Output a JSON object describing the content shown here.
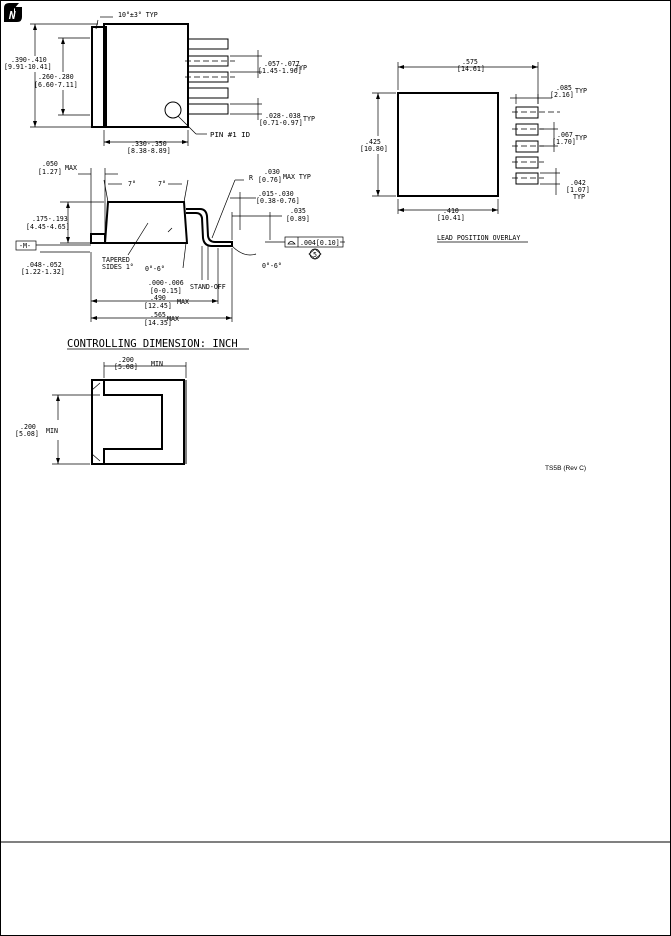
{
  "logo": {
    "glyph": "N"
  },
  "top_view": {
    "lead_angle": "10°±3° TYP",
    "height_in": ".390-.410",
    "height_mm": "[9.91-10.41]",
    "tab_in": ".260-.280",
    "tab_mm": "[6.60-7.11]",
    "pitch_in": ".057-.077",
    "pitch_mm": "[1.45-1.96]",
    "pitch_typ": "TYP",
    "lead_w_in": ".028-.038",
    "lead_w_mm": "[0.71-0.97]",
    "lead_w_typ": "TYP",
    "pin1": "PIN #1 ID",
    "body_w_in": ".330-.350",
    "body_w_mm": "[8.38-8.89]"
  },
  "side_view": {
    "top_in": ".050",
    "top_mm": "[1.27]",
    "top_max": "MAX",
    "angle_left": "7°",
    "angle_right": "7°",
    "radius_prefix": "R",
    "radius_in": ".030",
    "radius_mm": "[0.76]",
    "radius_suffix": "MAX TYP",
    "foot_in": ".015-.030",
    "foot_mm": "[0.38-0.76]",
    "lead_in": ".035",
    "lead_mm": "[0.89]",
    "thick_in": ".175-.193",
    "thick_mm": "[4.45-4.65]",
    "datum": "-M-",
    "tab_in": ".048-.052",
    "tab_mm": "[1.22-1.32]",
    "tapered_1": "TAPERED",
    "tapered_2": "SIDES 1°",
    "angle_inner": "0°-6°",
    "angle_outer": "0°-6°",
    "standoff_in": ".000-.006",
    "standoff_mm": "[0-0.15]",
    "standoff_label": "STAND-OFF",
    "len1_in": ".490",
    "len1_mm": "[12.45]",
    "len1_max": "MAX",
    "len2_in": ".565",
    "len2_mm": "[14.35]",
    "len2_max": "MAX",
    "coplanarity": ".004[0.10]",
    "note_num": "5"
  },
  "controlling_dimension": "CONTROLLING DIMENSION: INCH",
  "overlay": {
    "title": "LEAD POSITION OVERLAY",
    "width_in": ".575",
    "width_mm": "[14.61]",
    "height_in": ".425",
    "height_mm": "[10.80]",
    "pad_w_in": ".085",
    "pad_w_mm": "[2.16]",
    "pad_w_typ": "TYP",
    "pitch_in": ".067",
    "pitch_mm": "[1.70]",
    "pitch_typ": "TYP",
    "pad_h_in": ".042",
    "pad_h_mm": "[1.07]",
    "pad_h_typ": "TYP",
    "body_in": ".410",
    "body_mm": "[10.41]"
  },
  "bottom_view": {
    "width_in": ".200",
    "width_mm": "[5.08]",
    "width_min": "MIN",
    "height_in": ".200",
    "height_mm": "[5.08]",
    "height_min": "MIN"
  },
  "drawing_id": "TS5B (Rev C)"
}
